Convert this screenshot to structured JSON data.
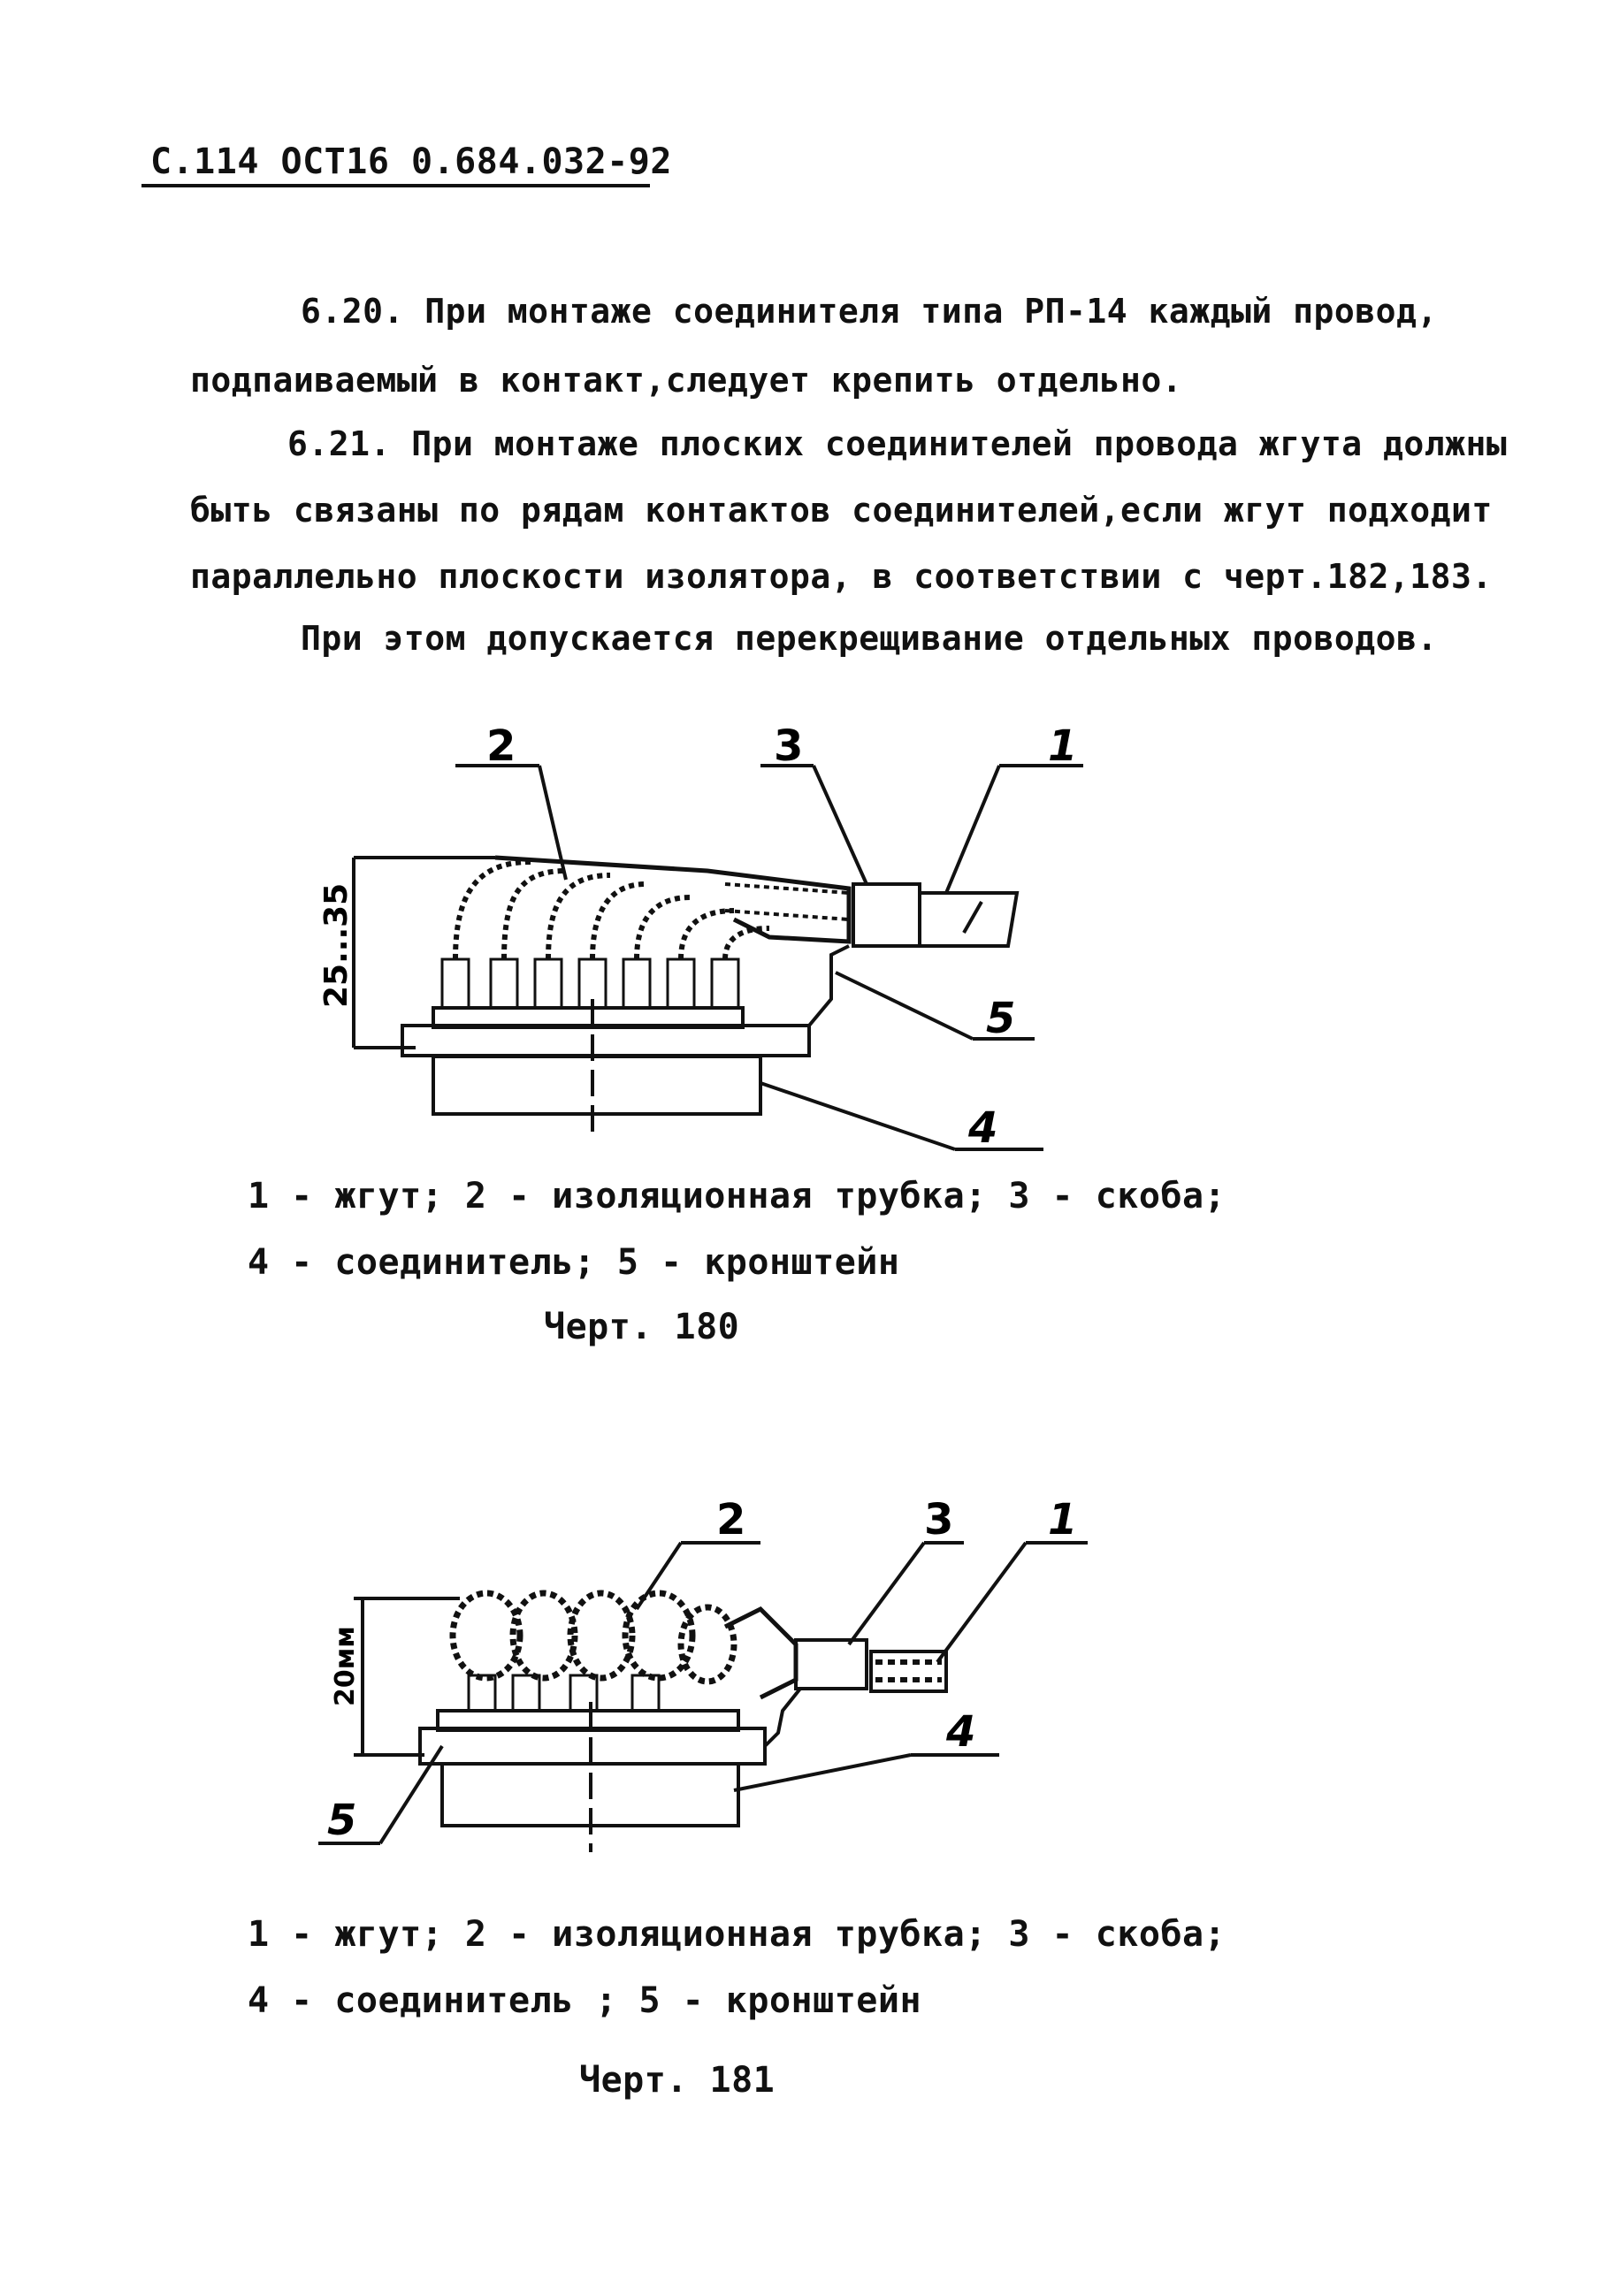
{
  "header": {
    "page_ref": "С.114 ОСТ16 0.684.032-92"
  },
  "paragraphs": [
    "6.20. При монтаже соединителя типа РП-14 каждый провод,",
    "подпаиваемый в контакт,следует крепить отдельно.",
    "6.21. При монтаже плоских соединителей провода жгута должны",
    "быть связаны по рядам контактов соединителей,если жгут подходит",
    "параллельно плоскости изолятора, в соответствии с черт.182,183.",
    "При этом допускается перекрещивание отдельных проводов."
  ],
  "figure180": {
    "callouts": [
      "1",
      "2",
      "3",
      "4",
      "5"
    ],
    "dimension": "25...35",
    "legend_line1": "1 - жгут; 2 -  изоляционная трубка; 3 - скоба;",
    "legend_line2": "4 - соединитель; 5 - кронштейн",
    "caption": "Черт. 180"
  },
  "figure181": {
    "callouts": [
      "1",
      "2",
      "3",
      "4",
      "5"
    ],
    "dimension": "20мм",
    "legend_line1": "1 - жгут; 2 - изоляционная трубка; 3 - скоба;",
    "legend_line2": "4 - соединитель ; 5 - кронштейн",
    "caption": "Черт. 181"
  }
}
